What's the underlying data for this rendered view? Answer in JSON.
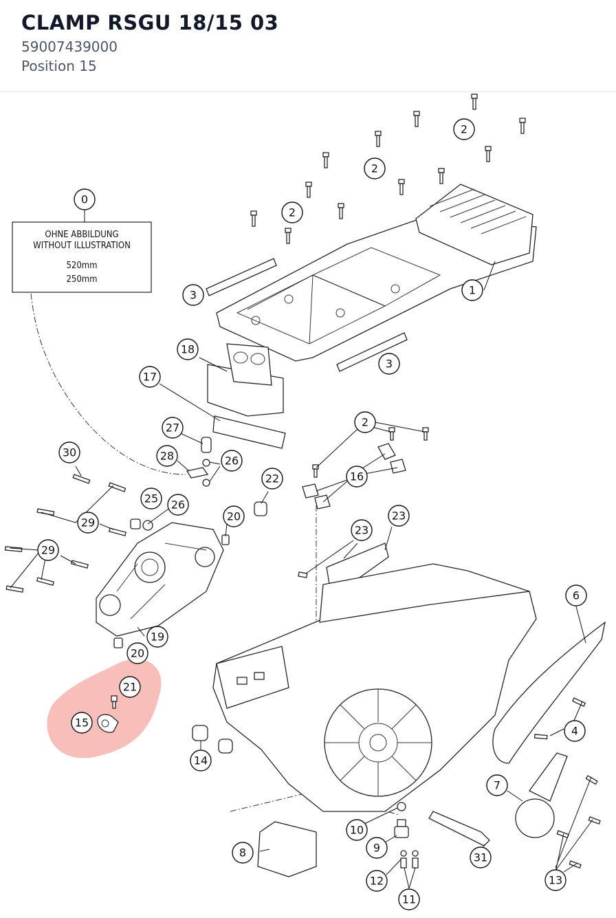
{
  "header": {
    "title": "CLAMP RSGU 18/15 03",
    "part_number": "59007439000",
    "position": "Position 15"
  },
  "note_box": {
    "line1": "OHNE ABBILDUNG",
    "line2": "WITHOUT ILLUSTRATION",
    "line3": "520mm",
    "line4": "250mm"
  },
  "highlight": {
    "color": "#f28b82",
    "target": "15"
  },
  "callouts": [
    "0",
    "1",
    "2",
    "3",
    "4",
    "6",
    "7",
    "8",
    "9",
    "10",
    "11",
    "12",
    "13",
    "14",
    "15",
    "16",
    "17",
    "18",
    "19",
    "20",
    "21",
    "22",
    "23",
    "25",
    "26",
    "27",
    "28",
    "29",
    "30",
    "31"
  ]
}
